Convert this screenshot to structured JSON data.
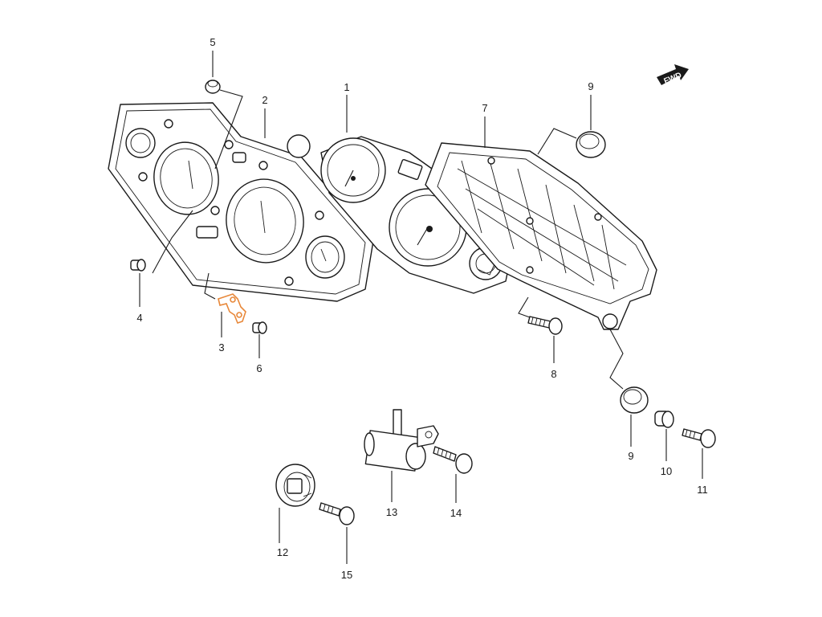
{
  "diagram": {
    "fwd_label": "FWD",
    "highlight_color": "#e8883a",
    "line_color": "#1a1a1a",
    "part_labels": {
      "p1": "1",
      "p2": "2",
      "p3": "3",
      "p4": "4",
      "p5": "5",
      "p6": "6",
      "p7": "7",
      "p8": "8",
      "p9a": "9",
      "p9b": "9",
      "p10": "10",
      "p11": "11",
      "p12": "12",
      "p13": "13",
      "p14": "14",
      "p15": "15"
    }
  }
}
